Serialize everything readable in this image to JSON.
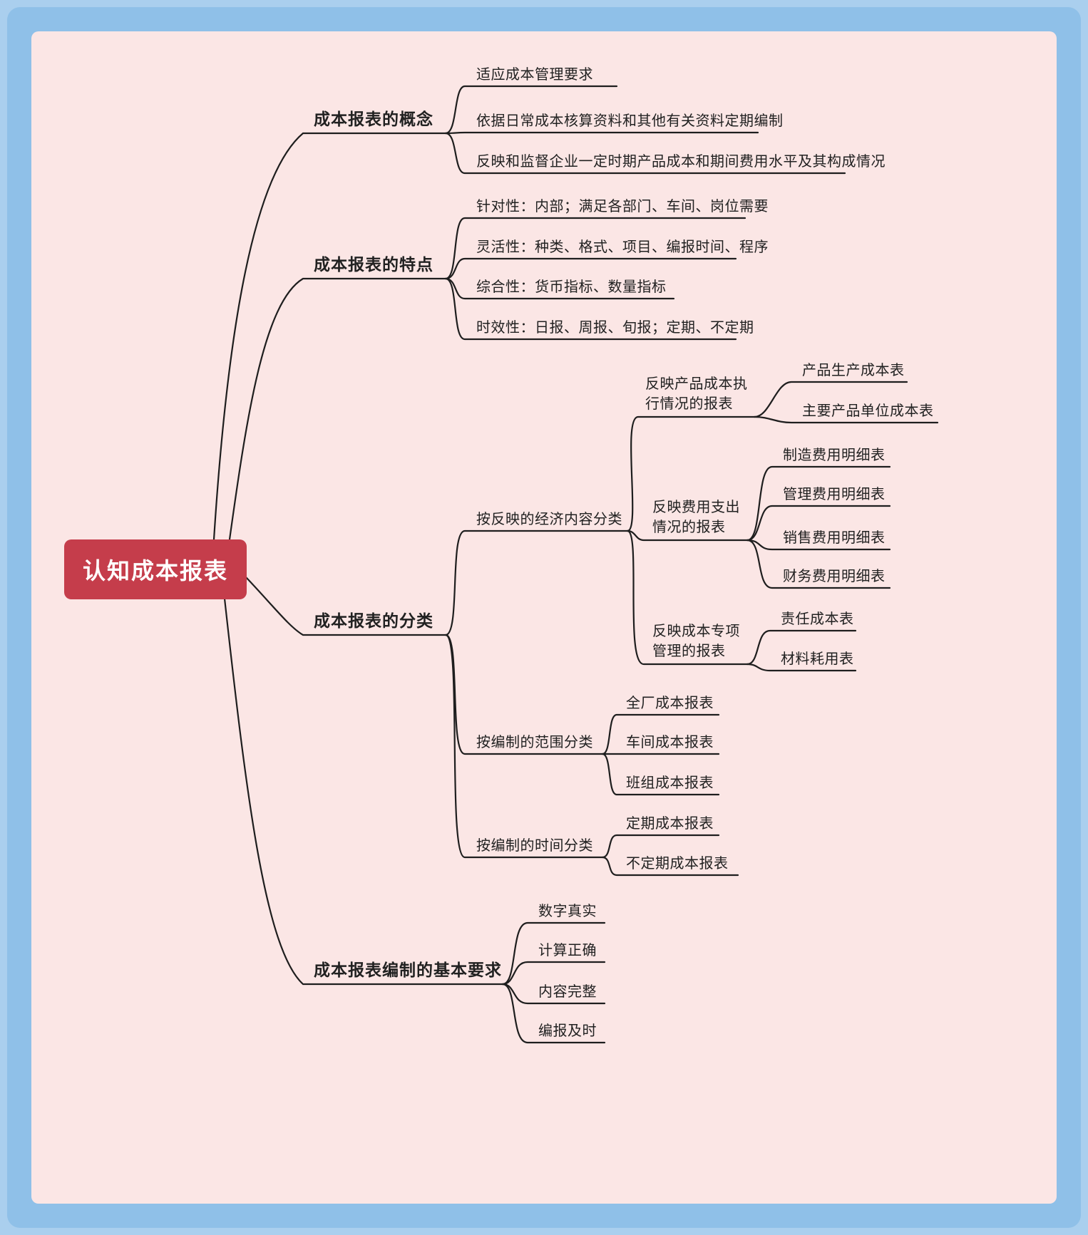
{
  "colors": {
    "outer_frame": "#aacfee",
    "frame": "#8fc0e8",
    "panel": "#fbe6e5",
    "root_bg": "#c53d4b",
    "root_text": "#ffffff",
    "line": "#1e1e1e",
    "text": "#212121"
  },
  "root": {
    "label": "认知成本报表"
  },
  "branches": [
    {
      "label": "成本报表的概念",
      "children": [
        {
          "label": "适应成本管理要求"
        },
        {
          "label": "依据日常成本核算资料和其他有关资料定期编制"
        },
        {
          "label": "反映和监督企业一定时期产品成本和期间费用水平及其构成情况"
        }
      ]
    },
    {
      "label": "成本报表的特点",
      "children": [
        {
          "label": "针对性：内部；满足各部门、车间、岗位需要"
        },
        {
          "label": "灵活性：种类、格式、项目、编报时间、程序"
        },
        {
          "label": "综合性：货币指标、数量指标"
        },
        {
          "label": "时效性：日报、周报、旬报；定期、不定期"
        }
      ]
    },
    {
      "label": "成本报表的分类",
      "children": [
        {
          "label": "按反映的经济内容分类",
          "children": [
            {
              "label": "反映产品成本执行情况的报表",
              "children": [
                {
                  "label": "产品生产成本表"
                },
                {
                  "label": "主要产品单位成本表"
                }
              ]
            },
            {
              "label": "反映费用支出情况的报表",
              "children": [
                {
                  "label": "制造费用明细表"
                },
                {
                  "label": "管理费用明细表"
                },
                {
                  "label": "销售费用明细表"
                },
                {
                  "label": "财务费用明细表"
                }
              ]
            },
            {
              "label": "反映成本专项管理的报表",
              "children": [
                {
                  "label": "责任成本表"
                },
                {
                  "label": "材料耗用表"
                }
              ]
            }
          ]
        },
        {
          "label": "按编制的范围分类",
          "children": [
            {
              "label": "全厂成本报表"
            },
            {
              "label": "车间成本报表"
            },
            {
              "label": "班组成本报表"
            }
          ]
        },
        {
          "label": "按编制的时间分类",
          "children": [
            {
              "label": "定期成本报表"
            },
            {
              "label": "不定期成本报表"
            }
          ]
        }
      ]
    },
    {
      "label": "成本报表编制的基本要求",
      "children": [
        {
          "label": "数字真实"
        },
        {
          "label": "计算正确"
        },
        {
          "label": "内容完整"
        },
        {
          "label": "编报及时"
        }
      ]
    }
  ]
}
